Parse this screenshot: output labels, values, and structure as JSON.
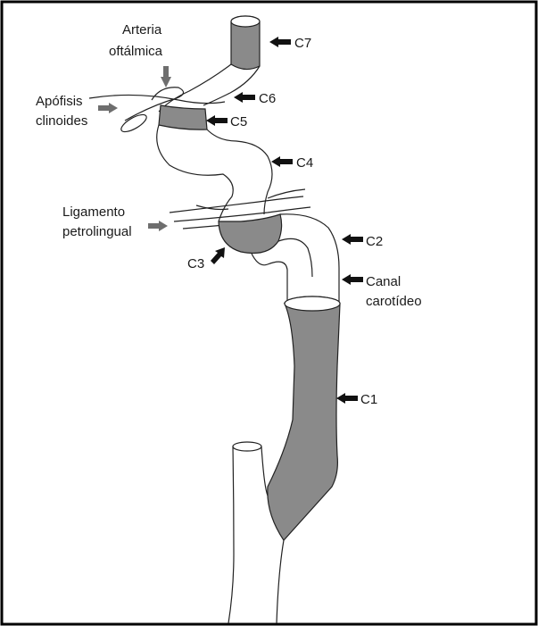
{
  "labels": {
    "arteria_oftalmica": [
      "Arteria",
      "oftálmica"
    ],
    "apofisis_clinoides": [
      "Apófisis",
      "clinoides"
    ],
    "ligamento_petrolingual": [
      "Ligamento",
      "petrolingual"
    ],
    "canal_carotideo": [
      "Canal",
      "carotídeo"
    ],
    "c1": "C1",
    "c2": "C2",
    "c3": "C3",
    "c4": "C4",
    "c5": "C5",
    "c6": "C6",
    "c7": "C7"
  },
  "colors": {
    "segment_fill": "#8a8a8a",
    "line": "#222222",
    "arrow_dark": "#111111",
    "arrow_grey": "#6e6e6e"
  }
}
